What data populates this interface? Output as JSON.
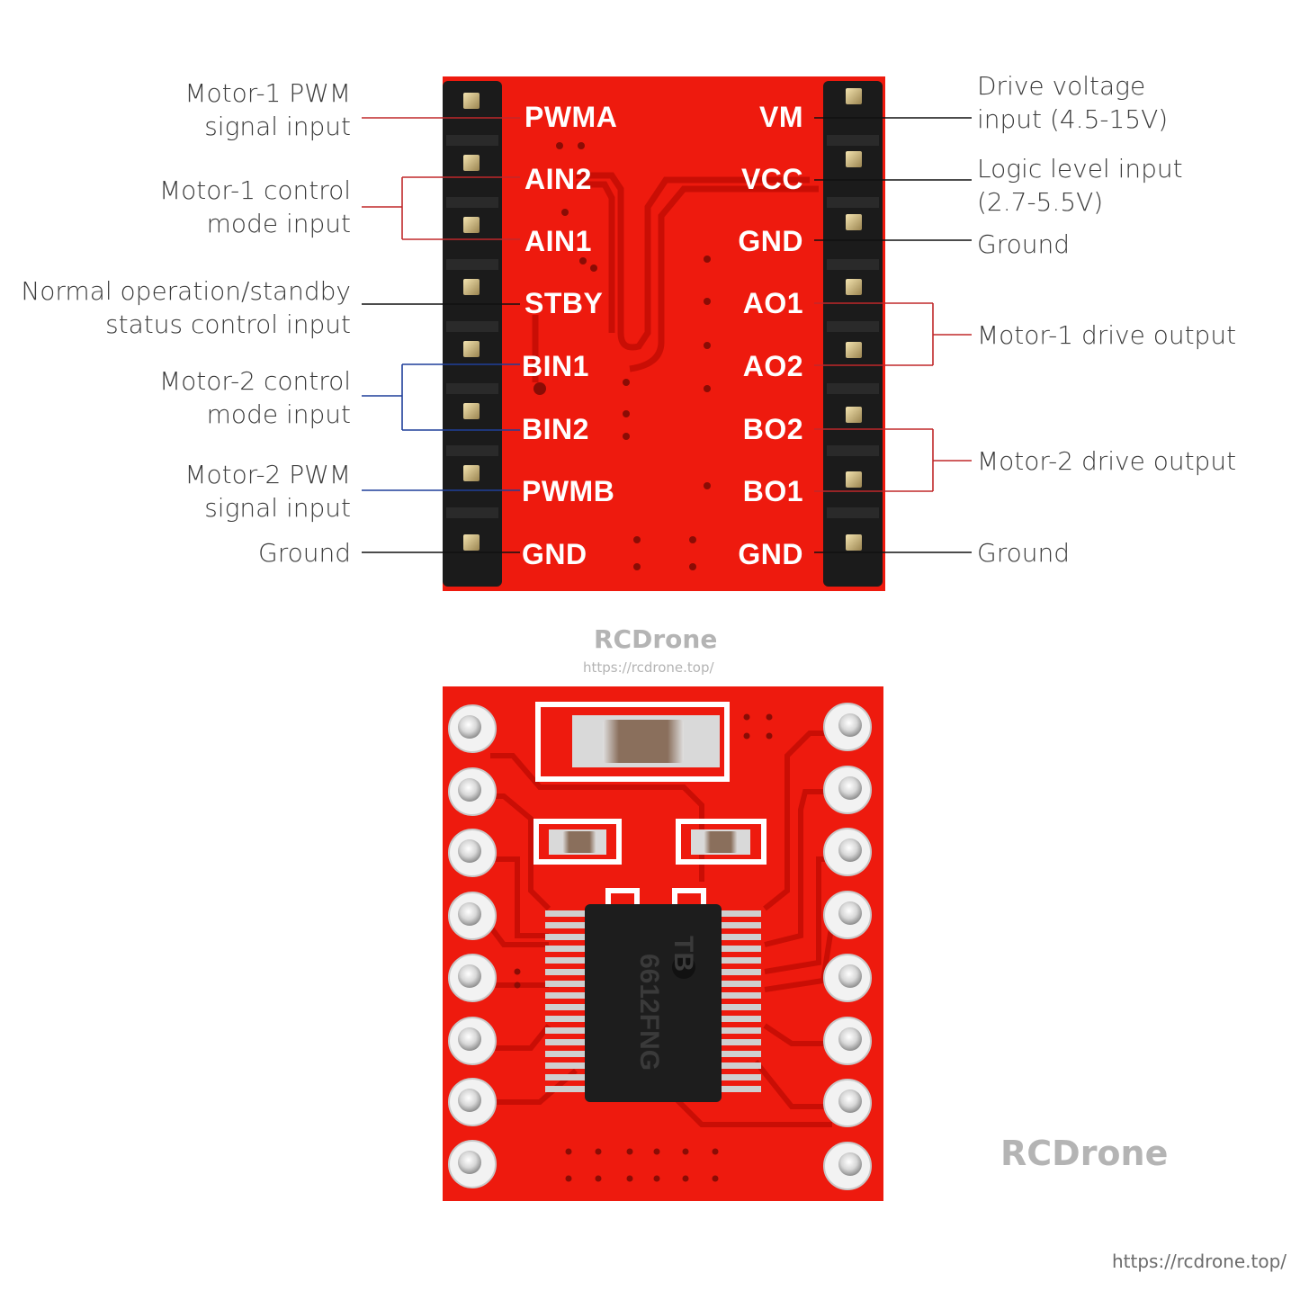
{
  "pins_left": [
    "PWMA",
    "AIN2",
    "AIN1",
    "STBY",
    "BIN1",
    "BIN2",
    "PWMB",
    "GND"
  ],
  "pins_right": [
    "VM",
    "VCC",
    "GND",
    "AO1",
    "AO2",
    "BO2",
    "BO1",
    "GND"
  ],
  "labels_left": {
    "pwma": [
      "Motor-1 PWM",
      "signal input"
    ],
    "ain": [
      "Motor-1 control",
      "mode input"
    ],
    "stby": [
      "Normal operation/standby",
      "status control input"
    ],
    "bin": [
      "Motor-2 control",
      "mode input"
    ],
    "pwmb": [
      "Motor-2 PWM",
      "signal input"
    ],
    "gnd": [
      "Ground"
    ]
  },
  "labels_right": {
    "vm": [
      "Drive voltage",
      "input (4.5-15V)"
    ],
    "vcc": [
      "Logic level input",
      "(2.7-5.5V)"
    ],
    "gnd_top": [
      "Ground"
    ],
    "motor1_out": [
      "Motor-1 drive output"
    ],
    "motor2_out": [
      "Motor-2 drive output"
    ],
    "gnd_bottom": [
      "Ground"
    ]
  },
  "watermarks": {
    "center_brand": "RCDrone",
    "center_url": "https://rcdrone.top/",
    "right_brand": "RCDrone",
    "corner_url": "https://rcdrone.top/"
  },
  "chip_marking": [
    "TB",
    "6612FNG"
  ],
  "colors": {
    "board": "#ee1a0e",
    "trace": "#c90e05",
    "leader_red": "#c0282a",
    "leader_blue": "#1f3f9a",
    "leader_black": "#111111",
    "header": "#1b1b1b",
    "chip": "#1d1d1d"
  }
}
